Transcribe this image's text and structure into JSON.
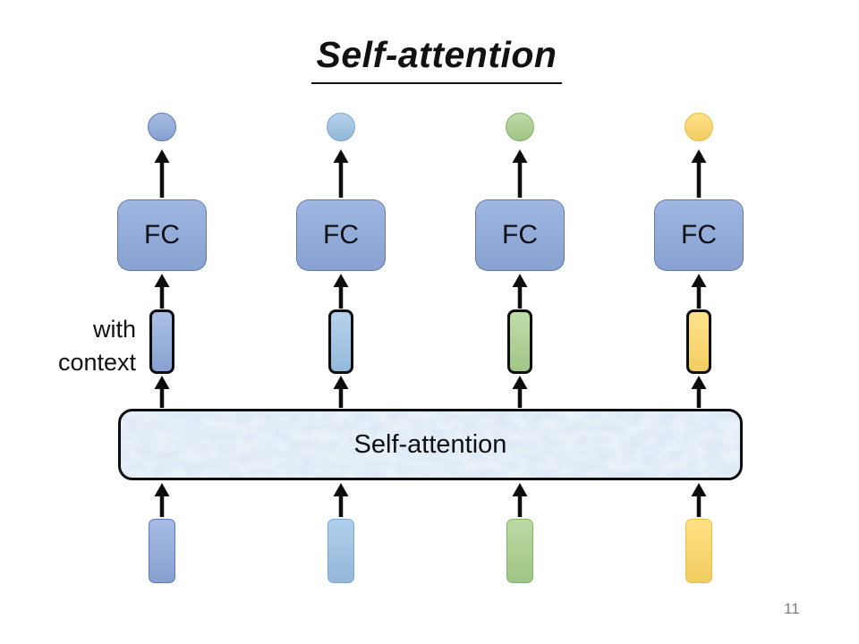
{
  "slide": {
    "title": "Self-attention",
    "page_number": "11"
  },
  "labels": {
    "side_note_line1": "with",
    "side_note_line2": "context",
    "attention_box": "Self-attention"
  },
  "colors": {
    "arrow": "#0d0d0d",
    "fc_fill": "#8FAADC",
    "attention_fill": "#D8E6F4",
    "page_number": "#7F7F7F"
  },
  "columns": [
    {
      "fc_label": "FC",
      "fill": "#8FAADC",
      "edge": "#5E77BC"
    },
    {
      "fc_label": "FC",
      "fill": "#9DC3E6",
      "edge": "#74A9D8"
    },
    {
      "fc_label": "FC",
      "fill": "#A9D18E",
      "edge": "#82B563"
    },
    {
      "fc_label": "FC",
      "fill": "#FFD966",
      "edge": "#ECBE45"
    }
  ]
}
